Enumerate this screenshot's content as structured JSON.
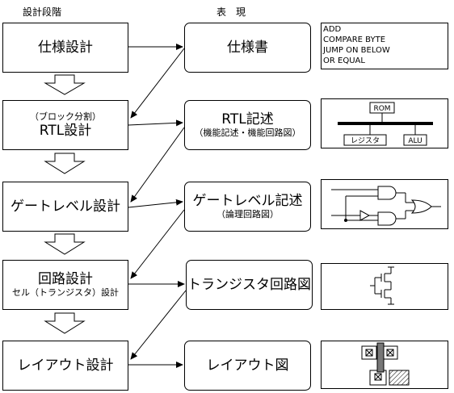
{
  "headers": {
    "stages": "設計段階",
    "representation": "表　現"
  },
  "stages": [
    {
      "label": "仕様設計"
    },
    {
      "sub": "（ブロック分割）",
      "label": "RTL設計"
    },
    {
      "label": "ゲートレベル設計"
    },
    {
      "label": "回路設計",
      "sub": "セル（トランジスタ）設計"
    },
    {
      "label": "レイアウト設計"
    }
  ],
  "representations": [
    {
      "label": "仕様書"
    },
    {
      "label": "RTL記述",
      "sub": "（機能記述・機能回路図）"
    },
    {
      "label": "ゲートレベル記述",
      "sub": "（論理回路図）"
    },
    {
      "label": "トランジスタ回路図"
    },
    {
      "label": "レイアウト図"
    }
  ],
  "examples": {
    "spec_lines": [
      "ADD",
      "COMPARE BYTE",
      "JUMP ON BELOW",
      "OR EQUAL"
    ],
    "rtl": {
      "rom": "ROM",
      "register": "レジスタ",
      "alu": "ALU"
    }
  }
}
